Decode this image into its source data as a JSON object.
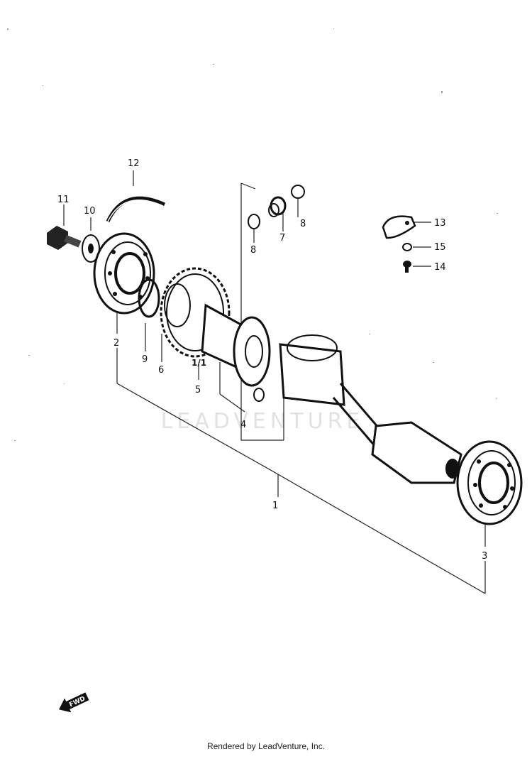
{
  "callouts": [
    {
      "id": "1",
      "label": "1"
    },
    {
      "id": "2",
      "label": "2"
    },
    {
      "id": "3",
      "label": "3"
    },
    {
      "id": "4",
      "label": "4"
    },
    {
      "id": "5",
      "label": "5"
    },
    {
      "id": "6",
      "label": "6"
    },
    {
      "id": "7",
      "label": "7"
    },
    {
      "id": "8a",
      "label": "8"
    },
    {
      "id": "8b",
      "label": "8"
    },
    {
      "id": "9",
      "label": "9"
    },
    {
      "id": "10",
      "label": "10"
    },
    {
      "id": "11",
      "label": "11"
    },
    {
      "id": "12",
      "label": "12"
    },
    {
      "id": "13",
      "label": "13"
    },
    {
      "id": "14",
      "label": "14"
    },
    {
      "id": "15",
      "label": "15"
    }
  ],
  "direction_arrow": {
    "label": "FWD",
    "icon": "fwd-arrow-icon"
  },
  "watermark": "LEADVENTURE",
  "footer": "Rendered by LeadVenture, Inc."
}
